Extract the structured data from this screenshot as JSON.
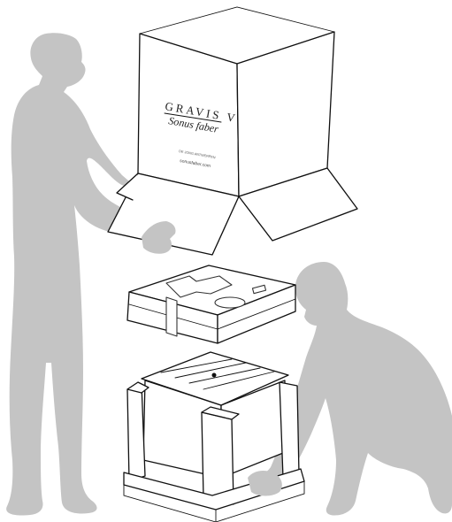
{
  "box_print": {
    "model": "GRAVIS V",
    "brand": "Sonus faber",
    "fine_print": "DE JONG ANTWERPEN",
    "website": "sonusfaber.com"
  },
  "colors": {
    "silhouette": "#c4c4c4",
    "line": "#111111",
    "background": "#ffffff"
  }
}
